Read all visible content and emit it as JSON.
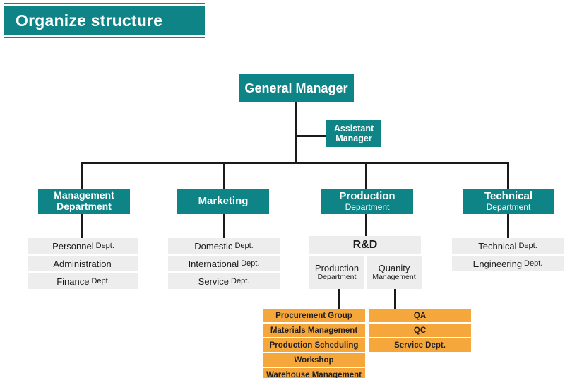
{
  "page": {
    "title": "Organize structure",
    "colors": {
      "teal": "#0e8487",
      "orange": "#f5a73c",
      "gray": "#ededed",
      "line": "#1a1a1a",
      "text_dark": "#1c1c1c",
      "text_light": "#ffffff",
      "background": "#ffffff"
    }
  },
  "chart": {
    "root": {
      "label": "General Manager"
    },
    "assistant": {
      "line1": "Assistant",
      "line2": "Manager"
    },
    "columns": [
      {
        "id": "management",
        "head": {
          "line1": "Management",
          "line2": "Department"
        },
        "items": [
          {
            "main": "Personnel",
            "suffix": "Dept."
          },
          {
            "main": "Administration",
            "suffix": ""
          },
          {
            "main": "Finance",
            "suffix": "Dept."
          }
        ]
      },
      {
        "id": "marketing",
        "head": {
          "line1": "Marketing",
          "line2": ""
        },
        "items": [
          {
            "main": "Domestic",
            "suffix": "Dept."
          },
          {
            "main": "International",
            "suffix": "Dept."
          },
          {
            "main": "Service",
            "suffix": "Dept."
          }
        ]
      },
      {
        "id": "production",
        "head": {
          "line1": "Production",
          "line2": "Department"
        },
        "items": [
          {
            "main": "R&D",
            "suffix": ""
          }
        ],
        "subunits": [
          {
            "line1": "Production",
            "line2": "Department"
          },
          {
            "line1": "Quanity",
            "line2": "Management"
          }
        ],
        "groups": [
          {
            "id": "production-groups",
            "items": [
              "Procurement Group",
              "Materials Management",
              "Production Scheduling",
              "Workshop",
              "Warehouse Management"
            ]
          },
          {
            "id": "quality-groups",
            "items": [
              "QA",
              "QC",
              "Service Dept."
            ]
          }
        ]
      },
      {
        "id": "technical",
        "head": {
          "line1": "Technical",
          "line2": "Department"
        },
        "items": [
          {
            "main": "Technical",
            "suffix": "Dept."
          },
          {
            "main": "Engineering",
            "suffix": "Dept."
          }
        ]
      }
    ]
  }
}
